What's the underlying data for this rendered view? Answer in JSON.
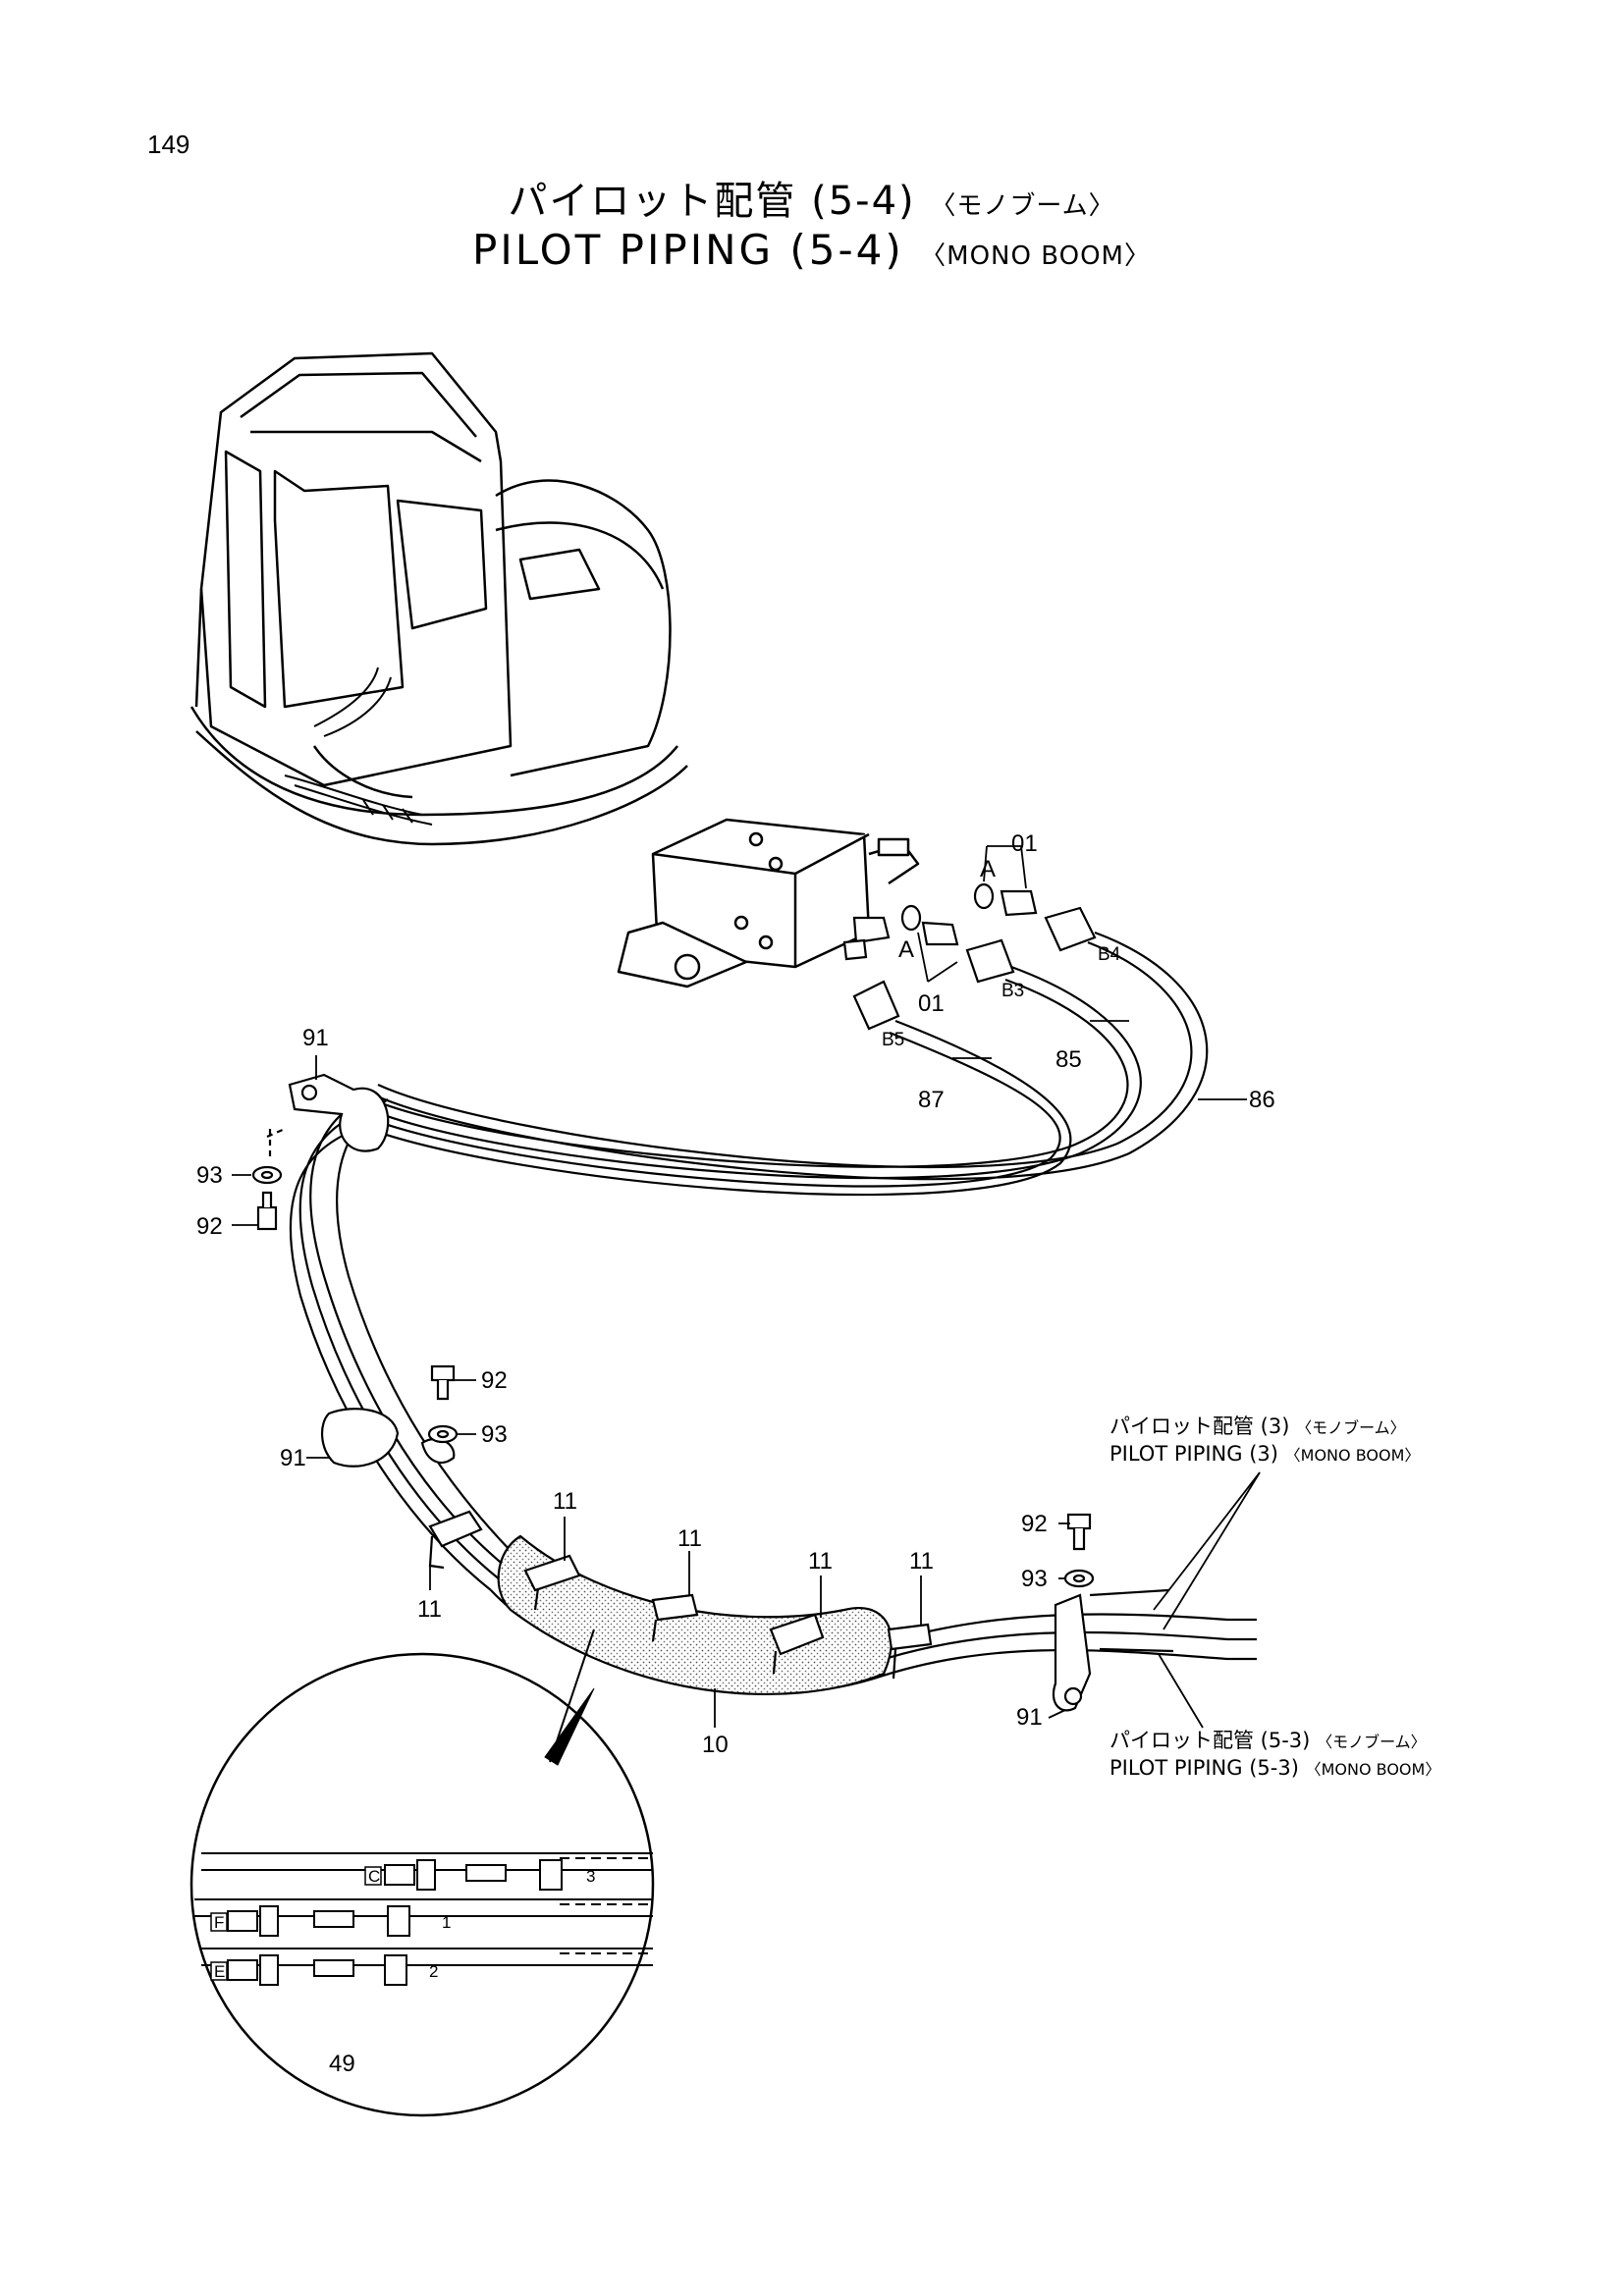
{
  "page_number": "149",
  "title": {
    "jp_main": "パイロット配管 (5-4)",
    "jp_suffix": "〈モノブーム〉",
    "en_main": "PILOT PIPING (5-4)",
    "en_suffix": "〈MONO BOOM〉"
  },
  "callouts": {
    "c01_top": "01",
    "c01_bottom": "01",
    "a_top": "A",
    "a_bottom": "A",
    "b3": "B3",
    "b4": "B4",
    "b5": "B5",
    "c85": "85",
    "c86": "86",
    "c87": "87",
    "c91_top": "91",
    "c91_mid": "91",
    "c91_bottom": "91",
    "c92_left": "92",
    "c92_mid": "92",
    "c92_right": "92",
    "c93_left": "93",
    "c93_mid": "93",
    "c93_right": "93",
    "c11_a": "11",
    "c11_b": "11",
    "c11_c": "11",
    "c11_d": "11",
    "c11_e": "11",
    "c10": "10",
    "c49": "49",
    "port_c": "C",
    "port_f": "F",
    "port_e": "E",
    "hose_3": "3",
    "hose_1": "1",
    "hose_2": "2"
  },
  "references": [
    {
      "jp_main": "パイロット配管 (3)",
      "jp_suffix": "〈モノブーム〉",
      "en_main": "PILOT PIPING (3)",
      "en_suffix": "〈MONO BOOM〉"
    },
    {
      "jp_main": "パイロット配管 (5-3)",
      "jp_suffix": "〈モノブーム〉",
      "en_main": "PILOT PIPING (5-3)",
      "en_suffix": "〈MONO BOOM〉"
    }
  ]
}
